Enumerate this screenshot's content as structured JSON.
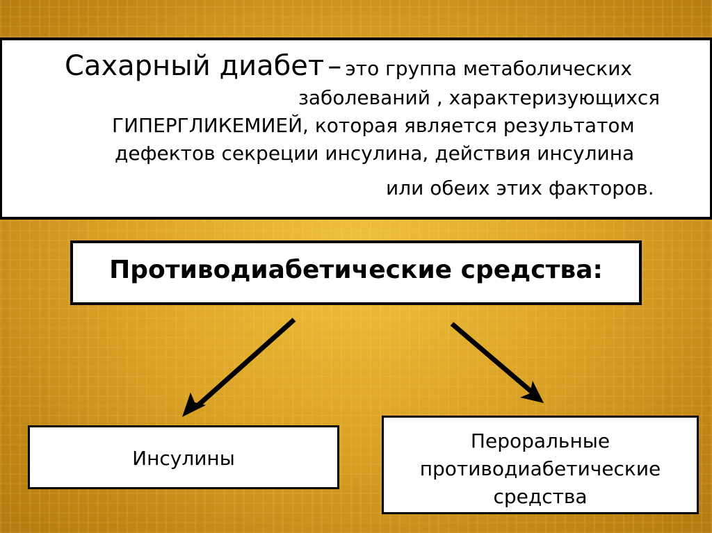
{
  "definition": {
    "term": "Сахарный диабет",
    "dash": "–",
    "line1_rest": "это группа метаболических",
    "line2": "заболеваний , характеризующихся",
    "line3": "ГИПЕРГЛИКЕМИЕЙ, которая является результатом",
    "line4": "дефектов секреции инсулина, действия инсулина",
    "line5": "или обеих этих факторов."
  },
  "title": "Противодиабетические средства:",
  "branches": {
    "left": "Инсулины",
    "right_lines": [
      "Пероральные",
      "противодиабетические",
      "средства"
    ]
  },
  "colors": {
    "background": "#dca427",
    "box_fill": "#ffffff",
    "border": "#000000"
  }
}
